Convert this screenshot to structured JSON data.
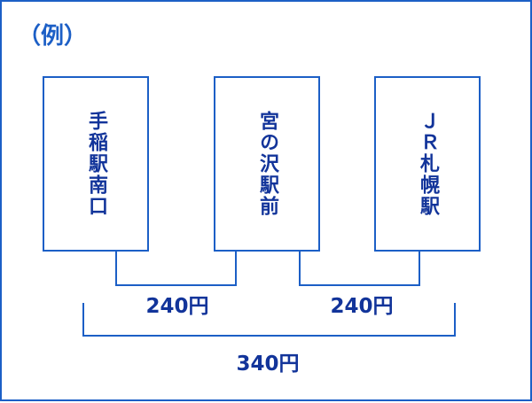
{
  "example_label": "（例）",
  "stations": [
    {
      "name": "手稲駅南口"
    },
    {
      "name": "宮の沢駅前"
    },
    {
      "name": "ＪＲ札幌駅"
    }
  ],
  "fares": {
    "segment_1": "240円",
    "segment_2": "240円",
    "total": "340円"
  },
  "colors": {
    "border": "#1c5fc6",
    "text": "#12349a",
    "background": "#ffffff"
  }
}
